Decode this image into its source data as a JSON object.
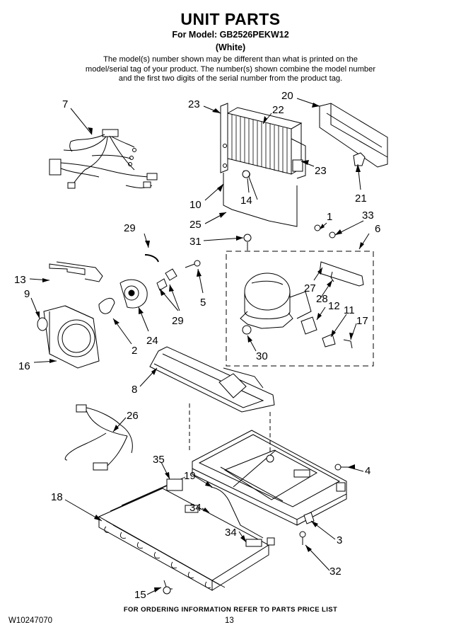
{
  "header": {
    "title": "UNIT PARTS",
    "model_line": "For Model: GB2526PEKW12",
    "color_line": "(White)",
    "note": "The model(s) number shown may be different than what is printed on the model/serial tag of your product. The number(s) shown combine the model number and the first two digits of the serial number from the product tag."
  },
  "footer": {
    "ordering_info": "FOR ORDERING INFORMATION REFER TO PARTS PRICE LIST",
    "document_number": "W10247070",
    "page_number": "13"
  },
  "callouts": [
    {
      "key": "c7",
      "label": "7"
    },
    {
      "key": "c23a",
      "label": "23"
    },
    {
      "key": "c22",
      "label": "22"
    },
    {
      "key": "c20",
      "label": "20"
    },
    {
      "key": "c23b",
      "label": "23"
    },
    {
      "key": "c21",
      "label": "21"
    },
    {
      "key": "c10",
      "label": "10"
    },
    {
      "key": "c14",
      "label": "14"
    },
    {
      "key": "c25",
      "label": "25"
    },
    {
      "key": "c1",
      "label": "1"
    },
    {
      "key": "c33",
      "label": "33"
    },
    {
      "key": "c6",
      "label": "6"
    },
    {
      "key": "c29a",
      "label": "29"
    },
    {
      "key": "c31",
      "label": "31"
    },
    {
      "key": "c13",
      "label": "13"
    },
    {
      "key": "c9",
      "label": "9"
    },
    {
      "key": "c5",
      "label": "5"
    },
    {
      "key": "c27",
      "label": "27"
    },
    {
      "key": "c28",
      "label": "28"
    },
    {
      "key": "c12",
      "label": "12"
    },
    {
      "key": "c11",
      "label": "11"
    },
    {
      "key": "c17",
      "label": "17"
    },
    {
      "key": "c29b",
      "label": "29"
    },
    {
      "key": "c24",
      "label": "24"
    },
    {
      "key": "c2",
      "label": "2"
    },
    {
      "key": "c30",
      "label": "30"
    },
    {
      "key": "c16",
      "label": "16"
    },
    {
      "key": "c8",
      "label": "8"
    },
    {
      "key": "c26",
      "label": "26"
    },
    {
      "key": "c4",
      "label": "4"
    },
    {
      "key": "c35",
      "label": "35"
    },
    {
      "key": "c19",
      "label": "19"
    },
    {
      "key": "c18",
      "label": "18"
    },
    {
      "key": "c34a",
      "label": "34"
    },
    {
      "key": "c34b",
      "label": "34"
    },
    {
      "key": "c3",
      "label": "3"
    },
    {
      "key": "c32",
      "label": "32"
    },
    {
      "key": "c15",
      "label": "15"
    }
  ]
}
